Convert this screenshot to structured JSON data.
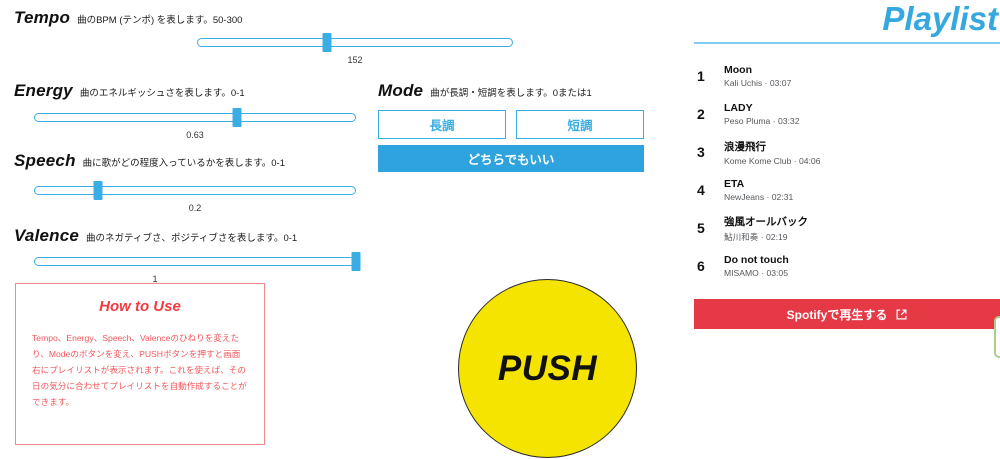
{
  "params": [
    {
      "id": "tempo",
      "title": "Tempo",
      "desc": "曲のBPM (テンポ) を表します。50-300",
      "value": "152"
    },
    {
      "id": "energy",
      "title": "Energy",
      "desc": "曲のエネルギッシュさを表します。0-1",
      "value": "0.63"
    },
    {
      "id": "speech",
      "title": "Speech",
      "desc": "曲に歌がどの程度入っているかを表します。0-1",
      "value": "0.2"
    },
    {
      "id": "valence",
      "title": "Valence",
      "desc": "曲のネガティブさ、ポジティブさを表します。0-1",
      "value": "1"
    }
  ],
  "mode": {
    "title": "Mode",
    "desc": "曲が長調・短調を表します。0または1",
    "major_label": "長調",
    "minor_label": "短調",
    "either_label": "どちらでもいい"
  },
  "howto": {
    "title": "How to Use",
    "body": "Tempo、Energy、Speech、Valenceのひねりを変えたり、Modeのボタンを変え、PUSHボタンを押すと画面右にプレイリストが表示されます。これを使えば、その日の気分に合わせてプレイリストを自動作成することができます。"
  },
  "push": {
    "label": "PUSH"
  },
  "playlist": {
    "title": "Playlist",
    "tracks": [
      {
        "num": "1",
        "name": "Moon",
        "meta": "Kali Uchis · 03:07"
      },
      {
        "num": "2",
        "name": "LADY",
        "meta": "Peso Pluma · 03:32"
      },
      {
        "num": "3",
        "name": "浪漫飛行",
        "meta": "Kome Kome Club · 04:06"
      },
      {
        "num": "4",
        "name": "ETA",
        "meta": "NewJeans · 02:31"
      },
      {
        "num": "5",
        "name": "強風オールバック",
        "meta": "鮎川和奏 · 02:19"
      },
      {
        "num": "6",
        "name": "Do not touch",
        "meta": "MISAMO · 03:05"
      }
    ],
    "spotify_label": "Spotifyで再生する",
    "spotify_icon": "external-link-icon"
  },
  "colors": {
    "accent_blue": "#3aade4",
    "title_blue": "#35a8e0",
    "red": "#e63946",
    "howto_red": "#f2575d",
    "push_yellow": "#f5e400",
    "green": "#a8cf8e"
  }
}
